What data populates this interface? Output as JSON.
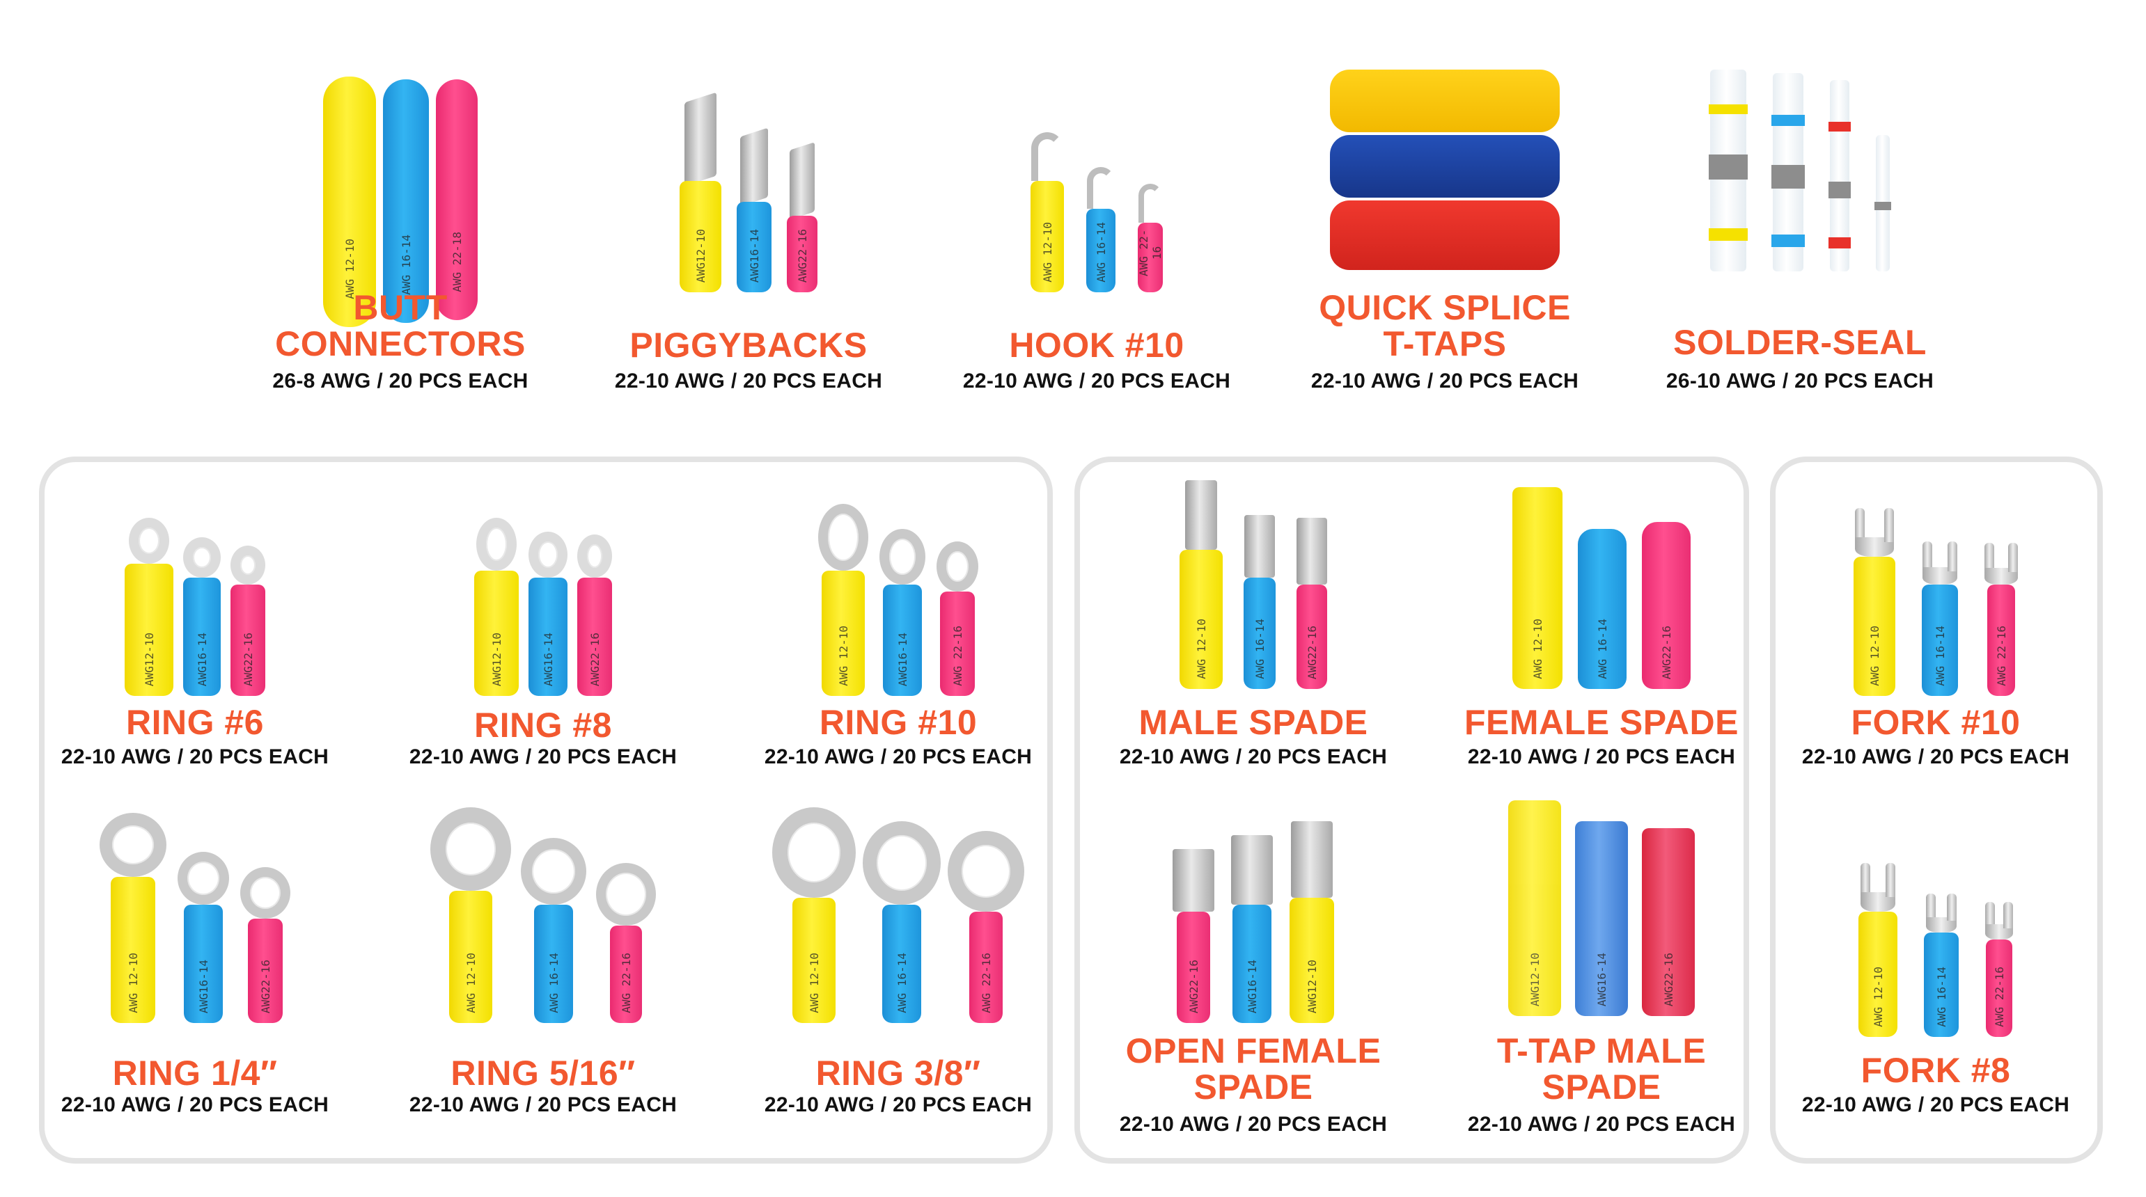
{
  "colors": {
    "title": "#f2582f",
    "spec": "#111111",
    "panel_border": "#e3e3e3",
    "yellow": "#f5e100",
    "blue": "#29a6ea",
    "pink": "#f53a7f",
    "red": "#e8312a",
    "navy": "#1d3f9a"
  },
  "top_row": [
    {
      "id": "butt-connectors",
      "title_lines": [
        "BUTT",
        "CONNECTORS"
      ],
      "spec": "26-8 AWG / 20 PCS EACH",
      "sleeve_labels": [
        "AWG 12-10",
        "AWG 16-14",
        "AWG 22-18"
      ]
    },
    {
      "id": "piggybacks",
      "title_lines": [
        "PIGGYBACKS"
      ],
      "spec": "22-10 AWG / 20 PCS EACH",
      "sleeve_labels": [
        "AWG12-10",
        "AWG16-14",
        "AWG22-16"
      ]
    },
    {
      "id": "hook-10",
      "title_lines": [
        "HOOK #10"
      ],
      "spec": "22-10 AWG / 20 PCS EACH",
      "sleeve_labels": [
        "AWG 12-10",
        "AWG 16-14",
        "AWG 22-16"
      ]
    },
    {
      "id": "quick-splice-t-taps",
      "title_lines": [
        "QUICK SPLICE",
        "T-TAPS"
      ],
      "spec": "22-10 AWG / 20 PCS EACH"
    },
    {
      "id": "solder-seal",
      "title_lines": [
        "SOLDER-SEAL"
      ],
      "spec": "26-10 AWG / 20 PCS EACH"
    }
  ],
  "ring_panel": [
    {
      "id": "ring-6",
      "title": "RING #6",
      "spec": "22-10 AWG / 20 PCS EACH",
      "sleeve_labels": [
        "AWG12-10",
        "AWG16-14",
        "AWG22-16"
      ]
    },
    {
      "id": "ring-8",
      "title": "RING #8",
      "spec": "22-10 AWG / 20 PCS EACH",
      "sleeve_labels": [
        "AWG12-10",
        "AWG16-14",
        "AWG22-16"
      ]
    },
    {
      "id": "ring-10",
      "title": "RING #10",
      "spec": "22-10 AWG / 20 PCS EACH",
      "sleeve_labels": [
        "AWG 12-10",
        "AWG16-14",
        "AWG 22-16"
      ]
    },
    {
      "id": "ring-1-4",
      "title": "RING 1/4″",
      "spec": "22-10 AWG / 20 PCS EACH",
      "sleeve_labels": [
        "AWG 12-10",
        "AWG16-14",
        "AWG22-16"
      ]
    },
    {
      "id": "ring-5-16",
      "title": "RING 5/16″",
      "spec": "22-10 AWG / 20 PCS EACH",
      "sleeve_labels": [
        "AWG 12-10",
        "AWG 16-14",
        "AWG 22-16"
      ]
    },
    {
      "id": "ring-3-8",
      "title": "RING 3/8″",
      "spec": "22-10 AWG / 20 PCS EACH",
      "sleeve_labels": [
        "AWG 12-10",
        "AWG 16-14",
        "AWG 22-16"
      ]
    }
  ],
  "spade_panel": [
    {
      "id": "male-spade",
      "title_lines": [
        "MALE SPADE"
      ],
      "spec": "22-10 AWG / 20 PCS EACH",
      "sleeve_labels": [
        "AWG 12-10",
        "AWG 16-14",
        "AWG22-16"
      ]
    },
    {
      "id": "female-spade",
      "title_lines": [
        "FEMALE SPADE"
      ],
      "spec": "22-10 AWG / 20 PCS EACH",
      "sleeve_labels": [
        "AWG 12-10",
        "AWG 16-14",
        "AWG22-16"
      ]
    },
    {
      "id": "open-female-spade",
      "title_lines": [
        "OPEN FEMALE",
        "SPADE"
      ],
      "spec": "22-10 AWG / 20 PCS EACH",
      "sleeve_labels": [
        "AWG22-16",
        "AWG16-14",
        "AWG12-10"
      ]
    },
    {
      "id": "t-tap-male-spade",
      "title_lines": [
        "T-TAP MALE",
        "SPADE"
      ],
      "spec": "22-10 AWG / 20 PCS EACH",
      "sleeve_labels": [
        "AWG12-10",
        "AWG16-14",
        "AWG22-16"
      ]
    }
  ],
  "fork_panel": [
    {
      "id": "fork-10",
      "title": "FORK #10",
      "spec": "22-10 AWG / 20 PCS EACH",
      "sleeve_labels": [
        "AWG 12-10",
        "AWG 16-14",
        "AWG 22-16"
      ]
    },
    {
      "id": "fork-8",
      "title": "FORK #8",
      "spec": "22-10 AWG / 20 PCS EACH",
      "sleeve_labels": [
        "AWG 12-10",
        "AWG 16-14",
        "AWG 22-16"
      ]
    }
  ]
}
